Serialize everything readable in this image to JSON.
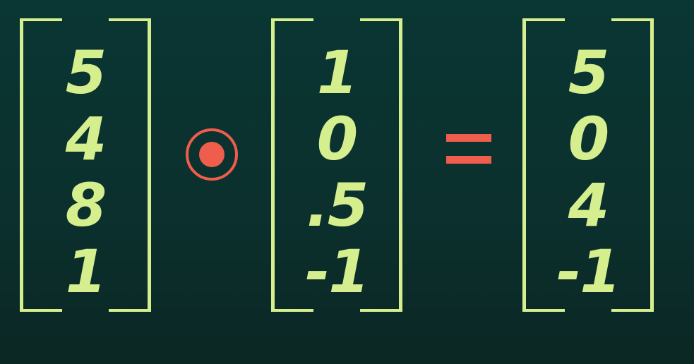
{
  "left_vector": [
    "5",
    "4",
    "8",
    "1"
  ],
  "middle_vector": [
    "1",
    "0",
    ".5",
    "-1"
  ],
  "result_vector": [
    "5",
    "0",
    "4",
    "-1"
  ],
  "operators": {
    "hadamard_icon": "circled-dot-operator-icon",
    "equals_icon": "equals-sign-icon"
  },
  "colors": {
    "background": "#0a3633",
    "matrix_text": "#d6ef8e",
    "operator": "#ef5d4c"
  }
}
